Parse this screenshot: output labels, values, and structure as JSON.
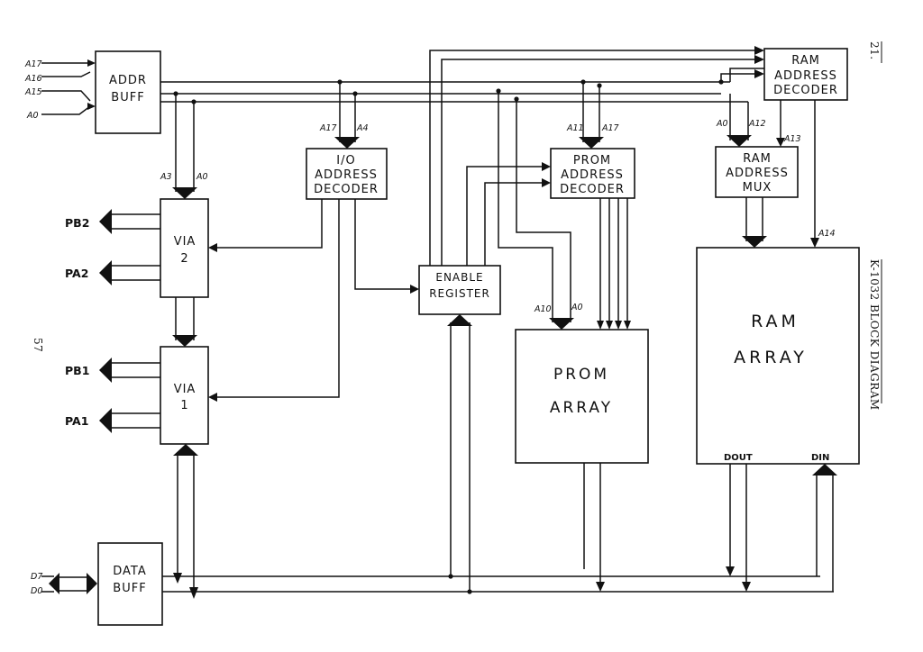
{
  "page_number": "21.",
  "side_page_number": "57",
  "title": "K-1032 BLOCK DIAGRAM",
  "blocks": {
    "addr_buff": [
      "ADDR",
      "BUFF"
    ],
    "data_buff": [
      "DATA",
      "BUFF"
    ],
    "via2": [
      "VIA",
      "2"
    ],
    "via1": [
      "VIA",
      "1"
    ],
    "io_decoder": [
      "I/O",
      "ADDRESS",
      "DECODER"
    ],
    "enable_register": [
      "ENABLE",
      "REGISTER"
    ],
    "prom_decoder": [
      "PROM",
      "ADDRESS",
      "DECODER"
    ],
    "prom_array": [
      "PROM",
      "ARRAY"
    ],
    "ram_decoder": [
      "RAM",
      "ADDRESS",
      "DECODER"
    ],
    "ram_mux": [
      "RAM",
      "ADDRESS",
      "MUX"
    ],
    "ram_array": [
      "RAM",
      "ARRAY"
    ]
  },
  "signals": {
    "addr_in": [
      "A17",
      "A16",
      "A15",
      "A0"
    ],
    "data_in": [
      "D7",
      "D0"
    ],
    "via_addr": [
      "A3",
      "A0"
    ],
    "io_addr": [
      "A17",
      "A4"
    ],
    "prom_dec_addr": [
      "A11",
      "A17"
    ],
    "prom_array_addr": [
      "A10",
      "A0"
    ],
    "ram_mux_addr": [
      "A0",
      "A12"
    ],
    "ram_a13": "A13",
    "ram_a14": "A14",
    "ram_dout": "DOUT",
    "ram_din": "DIN"
  },
  "ports": {
    "pb2": "PB2",
    "pa2": "PA2",
    "pb1": "PB1",
    "pa1": "PA1"
  }
}
